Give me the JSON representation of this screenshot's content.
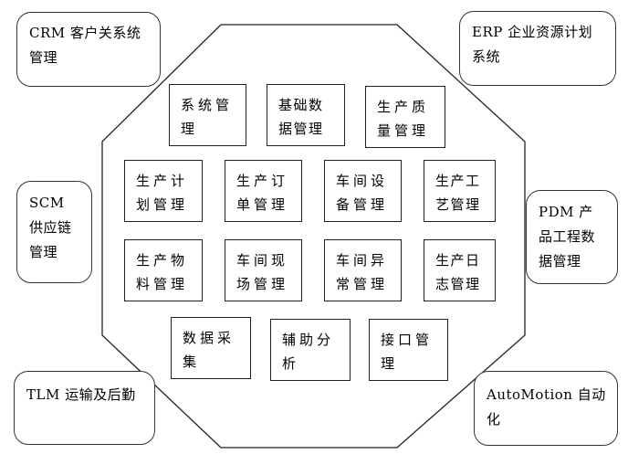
{
  "external_systems": [
    {
      "id": "crm",
      "label": "CRM 客户关系统管理"
    },
    {
      "id": "erp",
      "label": "ERP 企业资源计划系统"
    },
    {
      "id": "scm",
      "label": "SCM 供应链管理"
    },
    {
      "id": "pdm",
      "label": "PDM 产品工程数据管理"
    },
    {
      "id": "tlm",
      "label": "TLM 运输及后勤"
    },
    {
      "id": "automotion",
      "label": "AutoMotion 自动化"
    }
  ],
  "modules": [
    {
      "id": "system-mgmt",
      "label": "系统管理"
    },
    {
      "id": "base-data-mgmt",
      "label": "基础数据管理"
    },
    {
      "id": "quality-mgmt",
      "label": "生产质量管理"
    },
    {
      "id": "production-plan-mgmt",
      "label": "生产计划管理"
    },
    {
      "id": "production-order-mgmt",
      "label": "生产订单管理"
    },
    {
      "id": "workshop-equipment-mgmt",
      "label": "车间设备管理"
    },
    {
      "id": "production-process-mgmt",
      "label": "生产工艺管理"
    },
    {
      "id": "production-material-mgmt",
      "label": "生产物料管理"
    },
    {
      "id": "workshop-site-mgmt",
      "label": "车间现场管理"
    },
    {
      "id": "workshop-exception-mgmt",
      "label": "车间异常管理"
    },
    {
      "id": "production-log-mgmt",
      "label": "生产日志管理"
    },
    {
      "id": "data-collection",
      "label": "数据采集"
    },
    {
      "id": "auxiliary-analysis",
      "label": "辅助分析"
    },
    {
      "id": "interface-mgmt",
      "label": "接口管理"
    }
  ]
}
